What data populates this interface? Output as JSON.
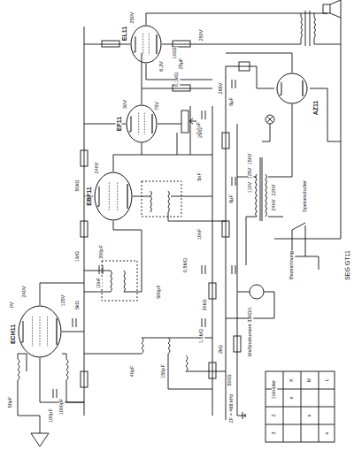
{
  "diagram": {
    "nodes": [
      {
        "text": [
          "ECH11"
        ]
      },
      {
        "text": [
          "EBF11"
        ]
      },
      {
        "text": [
          "EF11"
        ]
      },
      {
        "text": [
          "EL11"
        ]
      },
      {
        "text": [
          "AZ11"
        ]
      }
    ],
    "labels": [
      "SEG GT11",
      "Bezeichnung",
      "ZF = 468 kHz",
      "Meßinstrument 330Ω/1",
      "Speiseschalter",
      "0V",
      "240V",
      "125V",
      "240V",
      "30V",
      "75V",
      "250V",
      "6,3V",
      "265V",
      "250V",
      "110V",
      "125V",
      "150V",
      "220V",
      "240V",
      "50pF",
      "100pF",
      "5kΩ",
      "1MΩ",
      "50kΩ",
      "10nF",
      "0,5MΩ",
      "2kΩ",
      "100Ω",
      "25µF",
      "8µF",
      "8µF",
      "0,1µF",
      "500pF",
      "40pF",
      "150pF",
      "1,5MΩ",
      "200pF",
      "300Ω",
      "1000pF",
      "20kΩ",
      "2MΩ",
      "0,1MΩ",
      "10nF",
      "5nF",
      "Schalter",
      "K",
      "M",
      "L",
      "1",
      "2",
      "3",
      "x",
      "x",
      "x"
    ]
  }
}
